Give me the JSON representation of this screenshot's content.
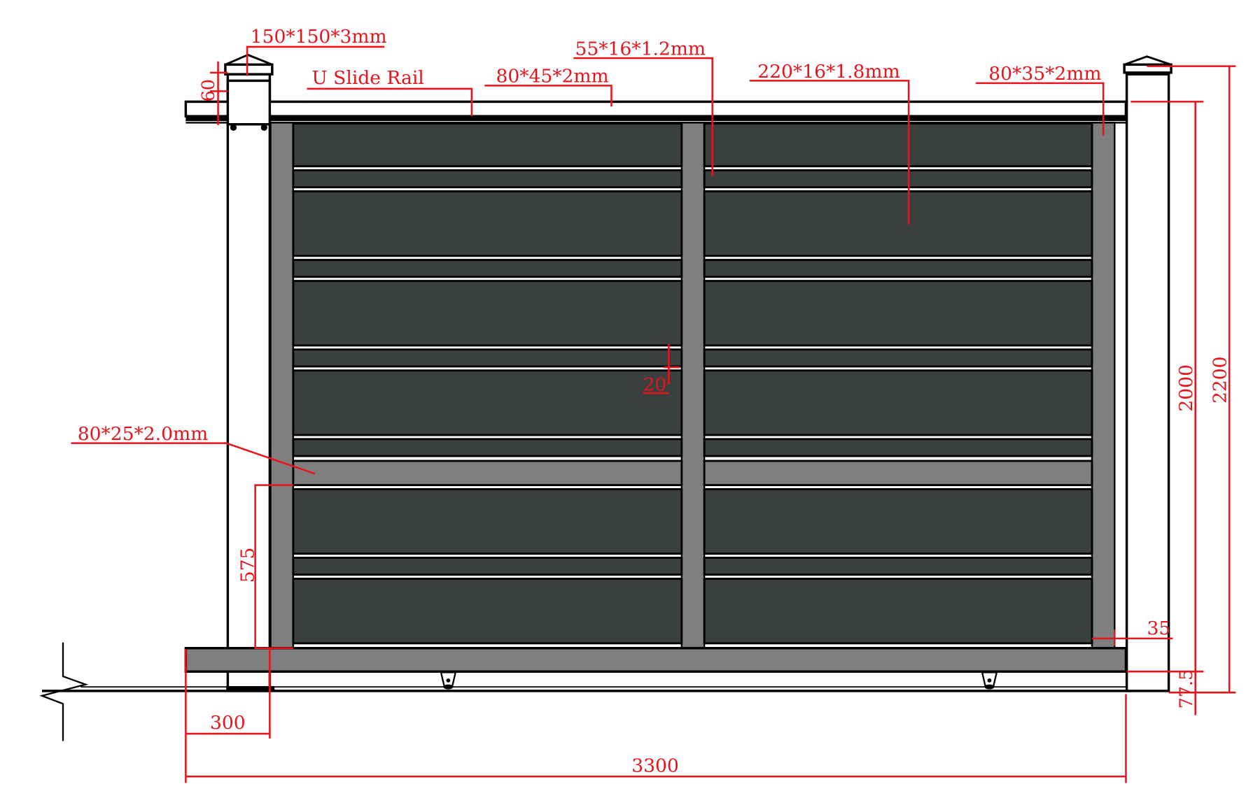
{
  "drawing": {
    "title": "Sliding gate elevation drawing",
    "colors": {
      "annotation": "#e8141b",
      "panel_fill": "#3a403e",
      "frame_fill": "#7f7f7f",
      "outline": "#000000",
      "background": "#ffffff"
    },
    "labels": {
      "post_spec": "150*150*3mm",
      "u_slide_rail": "U Slide Rail",
      "top_rail_spec": "80*45*2mm",
      "spacer_spec": "55*16*1.2mm",
      "slat_spec": "220*16*1.8mm",
      "side_frame_spec": "80*35*2mm",
      "mid_rail_spec": "80*25*2.0mm"
    },
    "dimensions": {
      "post_cap_offset": "60",
      "slat_gap": "20",
      "mid_rail_height": "575",
      "side_gap": "35",
      "bottom_clearance": "77.5",
      "gate_height": "2000",
      "post_height": "2200",
      "tail_length": "300",
      "overall_width": "3300"
    },
    "components": {
      "posts": 2,
      "bays": 2,
      "slats_per_bay": 6,
      "wheels": 2
    }
  }
}
